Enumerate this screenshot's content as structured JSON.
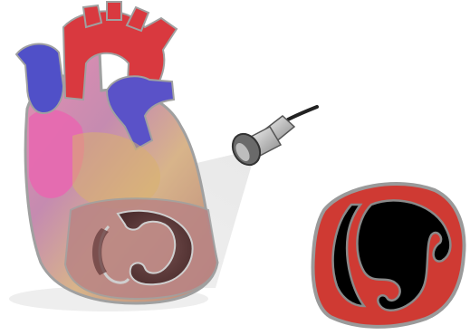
{
  "figure": {
    "subject": "heart-short-axis-ultrasound",
    "background": "#ffffff",
    "colors": {
      "myocardium": "#c9362f",
      "myocardium_dark": "#8e1f1a",
      "cavity": "#000000",
      "outline": "#9a9a9a",
      "aorta": "#d23a3f",
      "vein": "#4a4ac8",
      "atrium": "#e25aa0",
      "beam": "#d9d9d9",
      "probe_body": "#cfcfcf",
      "probe_head": "#5a5a5a",
      "slice_muscle": "#a86e6e",
      "slice_cavity": "#5a3a3a"
    },
    "icons": [
      "heart-illustration",
      "ultrasound-probe-icon",
      "ultrasound-beam",
      "short-axis-cross-section"
    ]
  }
}
